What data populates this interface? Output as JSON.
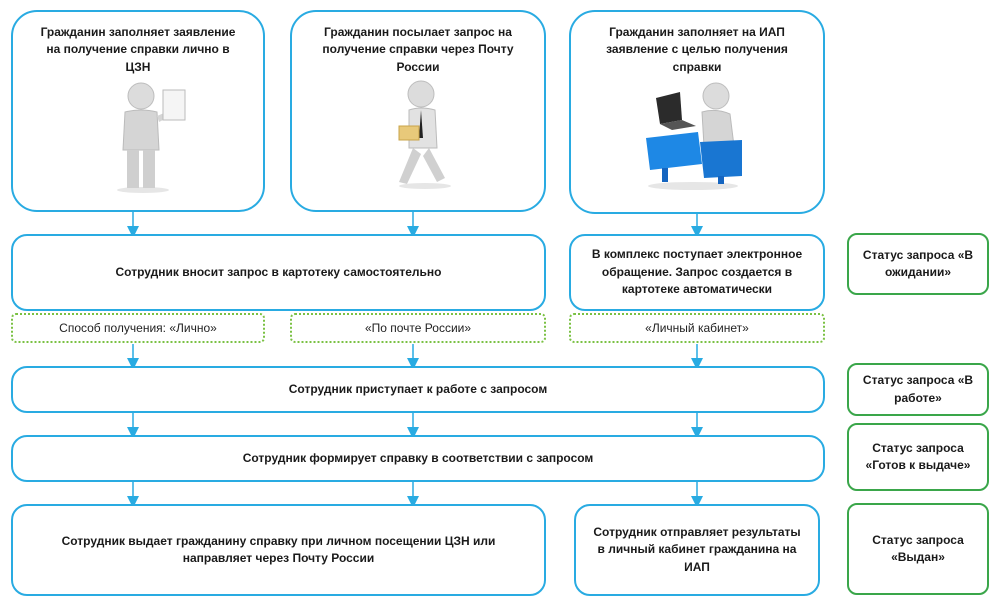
{
  "top_boxes": [
    "Гражданин заполняет заявление на получение справки лично в ЦЗН",
    "Гражданин посылает запрос на получение справки через Почту России",
    "Гражданин заполняет на ИАП заявление с целью получения справки"
  ],
  "row2": {
    "left": "Сотрудник вносит запрос в картотеку самостоятельно",
    "right": "В комплекс поступает электронное обращение. Запрос создается в картотеке автоматически"
  },
  "channels": [
    "Способ получения: «Лично»",
    "«По почте России»",
    "«Личный кабинет»"
  ],
  "row4": "Сотрудник приступает к работе с запросом",
  "row5": "Сотрудник формирует справку в соответствии с запросом",
  "row6": {
    "left": "Сотрудник выдает гражданину справку при личном посещении ЦЗН или направляет через Почту России",
    "right": "Сотрудник отправляет результаты в личный кабинет гражданина на ИАП"
  },
  "statuses": [
    "Статус запроса «В ожидании»",
    "Статус запроса «В работе»",
    "Статус запроса «Готов к выдаче»",
    "Статус запроса «Выдан»"
  ],
  "colors": {
    "box_border": "#29abe2",
    "arrow": "#29abe2",
    "channel_border": "#7ac143",
    "status_border": "#3aa64a"
  }
}
